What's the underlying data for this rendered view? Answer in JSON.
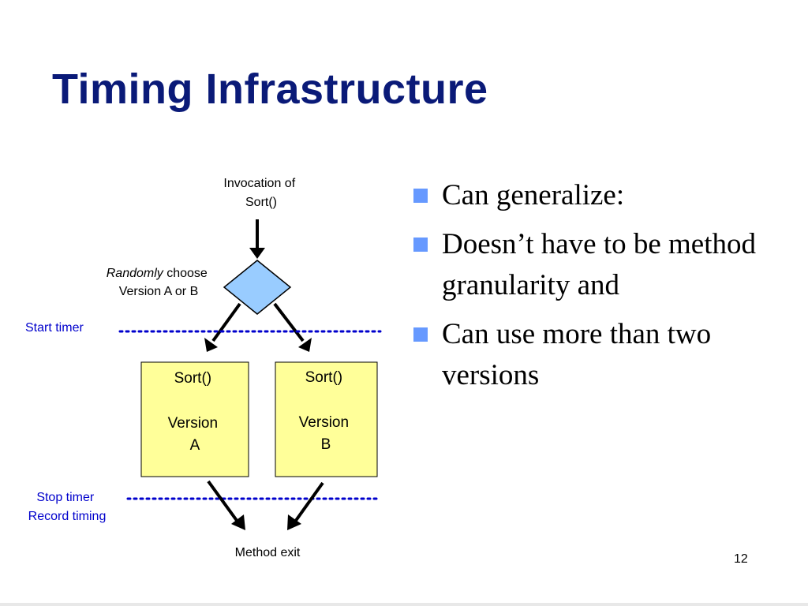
{
  "slide": {
    "title": "Timing Infrastructure",
    "page_number": "12"
  },
  "diagram": {
    "invocation": [
      "Invocation of",
      "Sort()"
    ],
    "choose_emphasis": "Randomly",
    "choose_rest": " choose",
    "choose_line2": "Version A or B",
    "start_timer": "Start timer",
    "stop_timer": [
      "Stop timer",
      "Record timing"
    ],
    "box_a": [
      "Sort()",
      "Version",
      "A"
    ],
    "box_b": [
      "Sort()",
      "Version",
      "B"
    ],
    "method_exit": "Method exit",
    "colors": {
      "diamond_fill": "#99ccff",
      "box_fill": "#ffff99",
      "dotted_line": "#0000cc",
      "label_blue": "#0000cc"
    }
  },
  "bullets": [
    "Can generalize:",
    "Doesn’t have to be method granularity and",
    "Can use more than two versions"
  ],
  "colors": {
    "title": "#0a1a78",
    "bullet_marker": "#6699ff"
  }
}
